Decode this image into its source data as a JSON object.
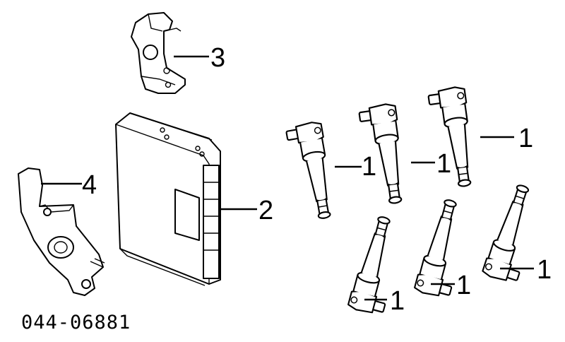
{
  "diagram_code": "044-06881",
  "callouts": {
    "ignition_coil_1": "1",
    "ignition_coil_2": "1",
    "ignition_coil_3": "1",
    "ignition_coil_4": "1",
    "ignition_coil_5": "1",
    "ignition_coil_6": "1",
    "ecu": "2",
    "bracket_top": "3",
    "bracket_left": "4"
  }
}
